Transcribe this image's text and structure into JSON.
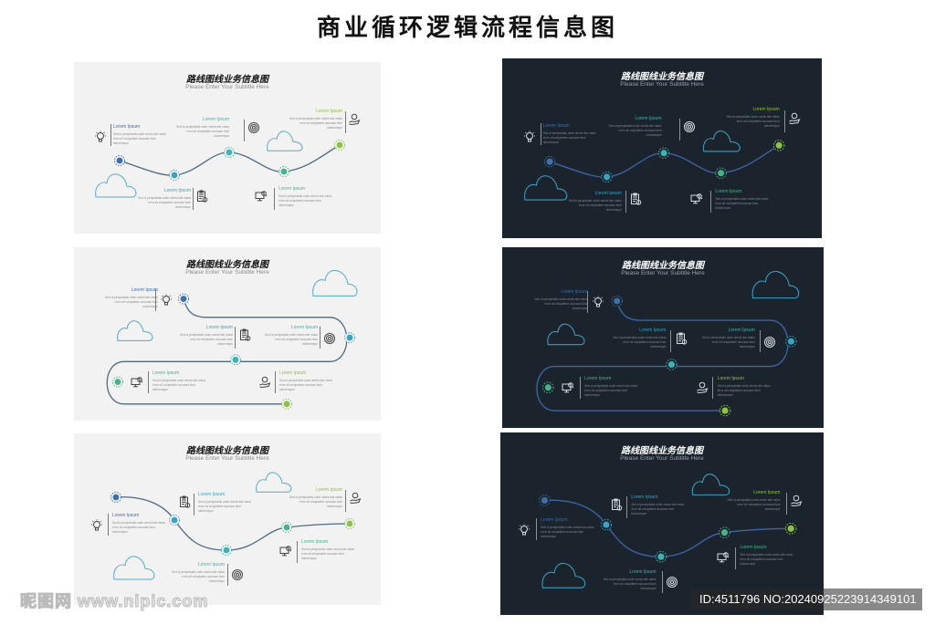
{
  "page_title": "商业循环逻辑流程信息图",
  "panel_title": "路线图线业务信息图",
  "panel_subtitle": "Please Enter Your Subtitle Here",
  "step_heading": "Lorem Ipsum",
  "step_body": "Sed ut perspiciatis unde omnis iste natus error sit voluptatem accusan tium doloremque",
  "step_colors": [
    "#3e6fa8",
    "#3aa3c4",
    "#3fb3b3",
    "#48b08c",
    "#8cc24a"
  ],
  "themes": {
    "light": {
      "bg": "#f2f2f2",
      "line": "#4d6a82",
      "cloud": "#5aa9c4",
      "icon": "#444444"
    },
    "dark": {
      "bg": "#1b232c",
      "line": "#3f63a6",
      "cloud": "#3e9fc6",
      "icon": "#d8dde2"
    }
  },
  "panels": [
    {
      "id": "wave-light",
      "theme": "light",
      "layout": "wave"
    },
    {
      "id": "wave-dark",
      "theme": "dark",
      "layout": "wave"
    },
    {
      "id": "snake-light",
      "theme": "light",
      "layout": "snake"
    },
    {
      "id": "snake-dark",
      "theme": "dark",
      "layout": "snake"
    },
    {
      "id": "s-curve-light",
      "theme": "light",
      "layout": "scurve"
    },
    {
      "id": "s-curve-dark",
      "theme": "dark",
      "layout": "scurve"
    }
  ],
  "step_icons": [
    "lightbulb-icon",
    "clipboard-icon",
    "target-icon",
    "monitor-search-icon",
    "hand-coin-icon"
  ],
  "watermark": {
    "site": "昵图网 www.nipic.com",
    "id_text": "ID:4511796 NO:20240925223914349101"
  }
}
